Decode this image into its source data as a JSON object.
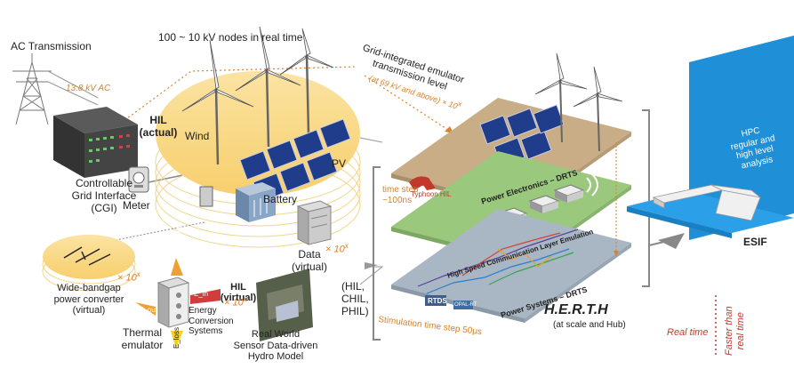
{
  "left": {
    "ac_transmission": "AC Transmission",
    "ac_voltage": "13.8 kV AC",
    "cgi": "Controllable\nGrid Interface\n(CGI)",
    "meter": "Meter",
    "nodes_title": "100 ~ 10 kV nodes in real time",
    "hil_actual": "HIL\n(actual)",
    "wind": "Wind",
    "pv": "PV",
    "battery": "Battery",
    "data_virtual": "Data\n(virtual)",
    "data_mult": "× 10",
    "data_mult_exp": "x",
    "hil_virtual": "HIL\n(virtual)",
    "hil_virtual_mult": "× 10",
    "hil_virtual_mult_exp": "x",
    "wbg_mult": "× 10",
    "wbg_mult_exp": "x",
    "wbg": "Wide-bandgap\npower converter\n(virtual)",
    "energy_conversion": "Energy\nConversion\nSystems",
    "thermal_emulator": "Thermal\nemulator",
    "e_voltage": "E_voltage",
    "e_in": "E_in",
    "e_out": "E_out",
    "e_loss": "E_loss",
    "hydro": "Real World\nSensor Data-driven\nHydro Model",
    "hil_chil_phil": "(HIL,\nCHIL,\nPHIL)"
  },
  "middle": {
    "emulator_title": "Grid-integrated emulator\ntransmission level",
    "emulator_sub": "(at 69 kV and above) × 10",
    "emulator_sub_exp": "x",
    "time_step_label": "time step\n~100ns",
    "typhoon_hil": "Typhoon HIL",
    "power_electronics": "Power Electronics – DRTS",
    "comm_layer": "High Speed Communication Layer Emulation",
    "power_systems": "Power Systems – DRTS",
    "rtds": "RTDS",
    "opal_rt": "OPAL-RT",
    "stimulation_time_step": "Stimulation time step 50μs",
    "herth_title": "H.E.R.T.H",
    "herth_sub": "(at scale and Hub)"
  },
  "right": {
    "real_time": "Real time",
    "faster_than_real_time": "Faster than\nreal time",
    "hpc": "HPC\nregular and\nhigh level\nanalysis",
    "esif": "ESIF"
  },
  "colors": {
    "orange_accent": "#d9822b",
    "yellow_disc": "#fbe3a2",
    "pe_layer": "#c9ad86",
    "comm_layer": "#9ac87c",
    "ps_layer": "#a9b6c4",
    "hpc_blue": "#1f8fd8",
    "red_text": "#c0392b"
  }
}
